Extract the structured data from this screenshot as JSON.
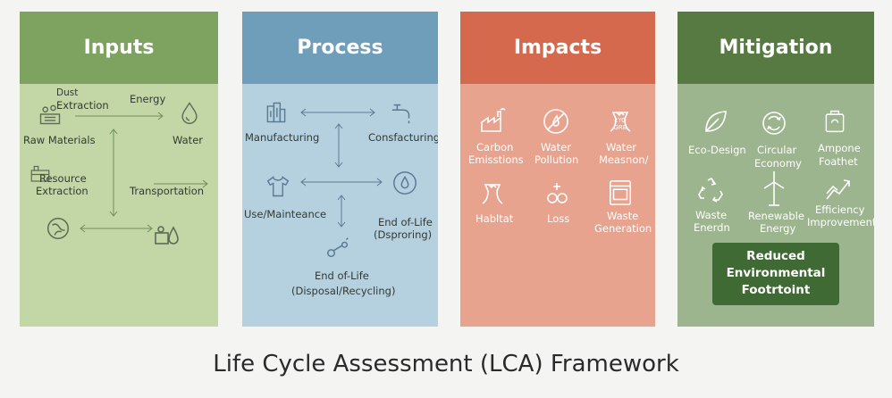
{
  "title": "Life Cycle Assessment (LCA) Framework",
  "colors": {
    "inputs": "#7ea260",
    "process": "#6f9ebb",
    "impacts": "#d4694e",
    "mitigation": "#577a42"
  },
  "inputs": {
    "heading": "Inputs",
    "raw_materials": "Raw Materials",
    "water": "Water",
    "dust_1": "Dust",
    "dust_2": "Extraction",
    "energy": "Energy",
    "resource_1": "Resource",
    "resource_2": "Extraction",
    "transportation": "Transportation"
  },
  "process": {
    "heading": "Process",
    "manufacturing": "Manufacturing",
    "consfacturing": "Consfacturing",
    "use": "Use/Mainteance",
    "eol_a_1": "End of-Life",
    "eol_a_2": "(Dsproring)",
    "eol_b_1": "End of-Life",
    "eol_b_2": "(Disposal/Recycling)"
  },
  "impacts": {
    "heading": "Impacts",
    "carbon_1": "Carbon",
    "carbon_2": "Emisstions",
    "wpoll_1": "Water",
    "wpoll_2": "Pollution",
    "wmeas_1": "Water",
    "wmeas_2": "Measnon/",
    "habitat": "Habltat",
    "loss": "Loss",
    "waste_1": "Waste",
    "waste_2": "Generation",
    "box_text": "cYO GRB"
  },
  "mitigation": {
    "heading": "Mitigation",
    "ecodesign": "Eco-Design",
    "circular_1": "Circular",
    "circular_2": "Economy",
    "ampone_1": "Ampone",
    "ampone_2": "Foathet",
    "waste_1": "Waste",
    "waste_2": "Enerdn",
    "renew_1": "Renewable",
    "renew_2": "Energy",
    "eff_1": "Efficiency",
    "eff_2": "Improvement",
    "footprint_1": "Reduced",
    "footprint_2": "Environmental",
    "footprint_3": "Footrtoint"
  }
}
